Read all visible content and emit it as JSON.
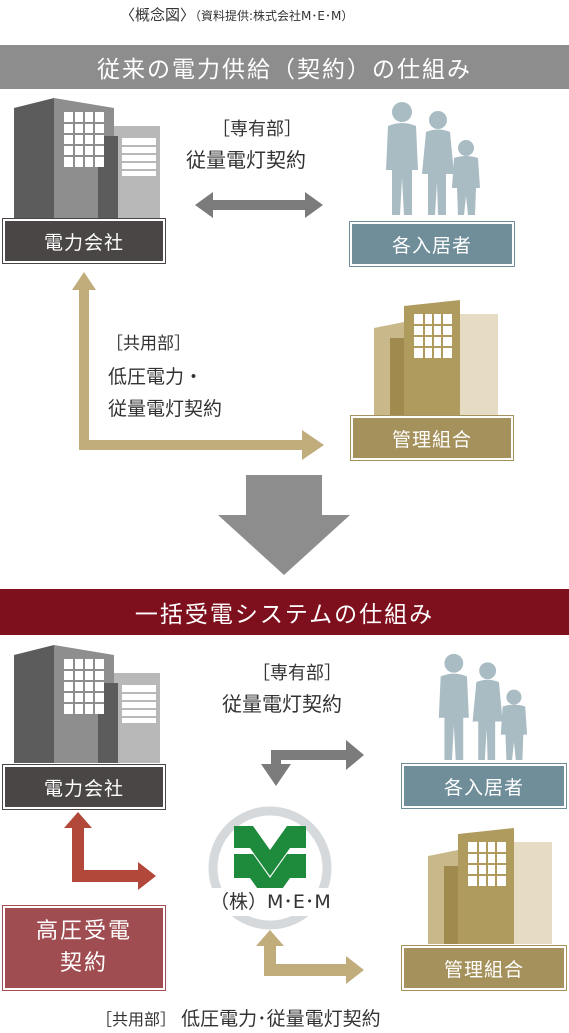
{
  "caption": {
    "main": "〈概念図〉",
    "sub": "（資料提供:株式会社M･E･M）"
  },
  "traditional": {
    "title": "従来の電力供給（契約）の仕組み",
    "power_company": "電力会社",
    "residents": "各入居者",
    "management": "管理組合",
    "private_part": "［専有部］",
    "private_contract": "従量電灯契約",
    "common_part": "［共用部］",
    "common_contract_line1": "低圧電力・",
    "common_contract_line2": "従量電灯契約"
  },
  "bulk": {
    "title": "一括受電システムの仕組み",
    "power_company": "電力会社",
    "residents": "各入居者",
    "management": "管理組合",
    "private_part": "［専有部］",
    "private_contract": "従量電灯契約",
    "hv_line1": "高圧受電",
    "hv_line2": "契約",
    "mem_name": "（株）M･E･M",
    "common_part": "［共用部］",
    "common_contract": "低圧電力･従量電灯契約"
  },
  "colors": {
    "gray_banner": "#8d8d8d",
    "red_banner": "#7e0f1c",
    "dark_box": "#4a4645",
    "blue_box": "#6f8e9a",
    "gold_box": "#a5915b",
    "hv_box": "#a04d51",
    "mem_green": "#1e8a3c"
  },
  "icons": {
    "building_gray": "office-building-icon",
    "people": "family-icon",
    "building_gold": "apartment-building-icon",
    "arrow_down": "down-arrow-icon",
    "mem_logo": "mem-logo-icon"
  }
}
